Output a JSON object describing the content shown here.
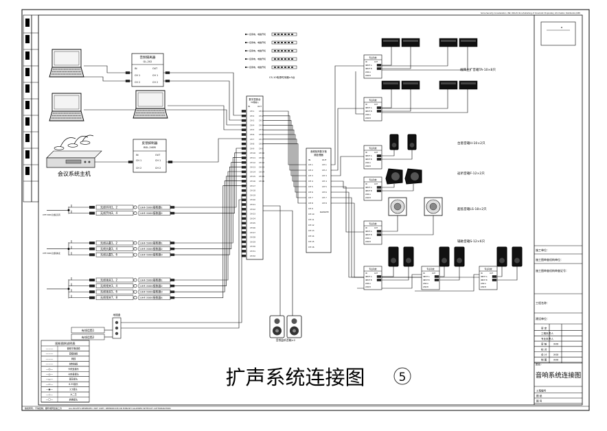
{
  "diagram": {
    "main_title": "扩声系统连接图",
    "sheet_number": "5",
    "copyright_cn": "版权所有，不得复制、翻印或转给第三方",
    "copyright_en": "ALL RIGHTS RESERVED. NOT COPY, REPRODUCE,OR PUBLISH ALLOWED WITHOUT AUTHORIZATION",
    "header_note": "Some Security Consideration ·INK· DRG·B, Non-Publishing of Cinematic Proprietary Information Distribution/OPS"
  },
  "devices": {
    "isolator": {
      "title": "音频隔离器",
      "model": "GL-202",
      "in": "IN",
      "out": "OUT",
      "ch1": "CH 1",
      "ch2": "CH 2"
    },
    "feedback": {
      "title": "反馈抑制器",
      "model": "BGL-240B",
      "in": "IN",
      "out": "OUT",
      "ch1": "CH 1",
      "ch2": "CH 2"
    },
    "conference_host": "会议系统主机",
    "mixer": {
      "title": "数字混音台",
      "subtitle": "32路输入",
      "in": "IN",
      "out": "OUT",
      "channels": [
        "CH 1",
        "CH 2",
        "CH 3",
        "CH 4",
        "CH 5",
        "CH 6",
        "CH 7",
        "CH 8",
        "CH 9",
        "CH 10",
        "CH 11",
        "CH 12",
        "CH 13",
        "CH 14",
        "CH 15",
        "CH 16",
        "CH 17",
        "CH 18",
        "CH 19",
        "CH 20",
        "CH 21",
        "CH 22",
        "CH 23",
        "CH 24",
        "CH 25",
        "CH 26",
        "CH 27",
        "CH 28",
        "CH 29",
        "CH 30",
        "CH 31",
        "CH 32"
      ]
    },
    "processor": {
      "title": "音频矩阵数字音",
      "subtitle": "频处理器",
      "in": "IN",
      "out": "OUT",
      "channels": [
        "CH 1",
        "CH 2",
        "CH 3",
        "CH 4",
        "CH 5",
        "CH 6",
        "CH 7",
        "CH 8",
        "CH 9",
        "CH 10",
        "CH 11",
        "CH 12",
        "CH 13",
        "CH 14",
        "CH 15",
        "CH 16"
      ],
      "remote": "RAMOTE"
    },
    "power_seq": {
      "items": [
        "接用电、电脑开机",
        "接用电、电脑开机",
        "接用电、电脑开机",
        "接用电、电脑开机",
        "接用电、电脑开机"
      ],
      "label": "CS-10电源时序器×5台"
    },
    "amp_label": "专业功放",
    "amp_ports": {
      "in": "IN",
      "out": "OUT",
      "input1": "INPUT A",
      "input2": "INPUT B",
      "link_a": "LINK A",
      "link_b": "LINK B",
      "mini": "AMP A"
    },
    "mic_groups": [
      {
        "bar_label": "UHF-5000无线麦克风",
        "items": [
          "无线手持1、2",
          "无线手持3、4"
        ],
        "receivers": [
          "UHF-5000接收器1",
          "UHF-5000接收器2"
        ]
      },
      {
        "bar_label": "UHF-5000无线领夹麦",
        "items": [
          "无线头戴1、2",
          "无线头戴3、4",
          "无线头戴5、6"
        ],
        "receivers": [
          "UHF-5000接收器1",
          "UHF-5000接收器2",
          "UHF-5000接收器3"
        ]
      },
      {
        "bar_label": "",
        "items": [
          "无线领夹1、2",
          "无线领夹3、4",
          "无线领夹5、6",
          "无线领夹7、8"
        ],
        "receivers": [
          "UHF-5000接收器1",
          "UHF-5000接收器2",
          "UHF-5000接收器3",
          "UHF-5000接收器4"
        ]
      }
    ],
    "junction": "地插盒",
    "wired_mics": [
      "有线话筒1",
      "有线话筒2"
    ],
    "monitor_label": "音频监听音箱×2"
  },
  "speaker_labels": {
    "line_array": "线阵主扩音箱TA-10×8只",
    "stage": "台唇音箱H-10×2只",
    "return": "返听音箱F-12×2只",
    "sub": "超低音箱LS-18×2只",
    "fill": "辅助音箱S-12×6只"
  },
  "legend": {
    "title": "图纸图例说明表",
    "rows": [
      [
        "———",
        "音频平衡线缆"
      ],
      [
        "———",
        "音箱线缆"
      ],
      [
        "———",
        "网线"
      ],
      [
        "———",
        "控制线缆"
      ],
      [
        "—◎—",
        "卡侬连接头"
      ],
      [
        "—◎—",
        "卡侬母接头"
      ],
      [
        "—▭—",
        "莲花接头"
      ],
      [
        "—▭—",
        "6.35接头"
      ],
      [
        "—◉—",
        "3.5接头"
      ],
      [
        "—◇—",
        "大二芯"
      ],
      [
        "—☐—",
        "转换接头"
      ]
    ]
  },
  "title_block": {
    "client_unit": "施工单位：",
    "project_unit": "施工图审查机构单位：",
    "review_no": "施工图审查机构审查证号：",
    "design_stamp": "图纸专用章：",
    "project_name": "工程名称：",
    "client_name": "建设单位：",
    "roles": [
      [
        "审  定",
        ""
      ],
      [
        "工程负责人",
        ""
      ],
      [
        "专业负责人",
        ""
      ],
      [
        "审  核",
        "XXX"
      ],
      [
        "校  对",
        ""
      ],
      [
        "设  计",
        "XXX"
      ],
      [
        "制  图",
        "XXX"
      ]
    ],
    "drawing_name_label": "图名：",
    "drawing_name": "音响系统连接图",
    "footer": [
      [
        "工程编号",
        ""
      ],
      [
        "图  纸",
        ""
      ],
      [
        "图  号",
        ""
      ]
    ]
  }
}
